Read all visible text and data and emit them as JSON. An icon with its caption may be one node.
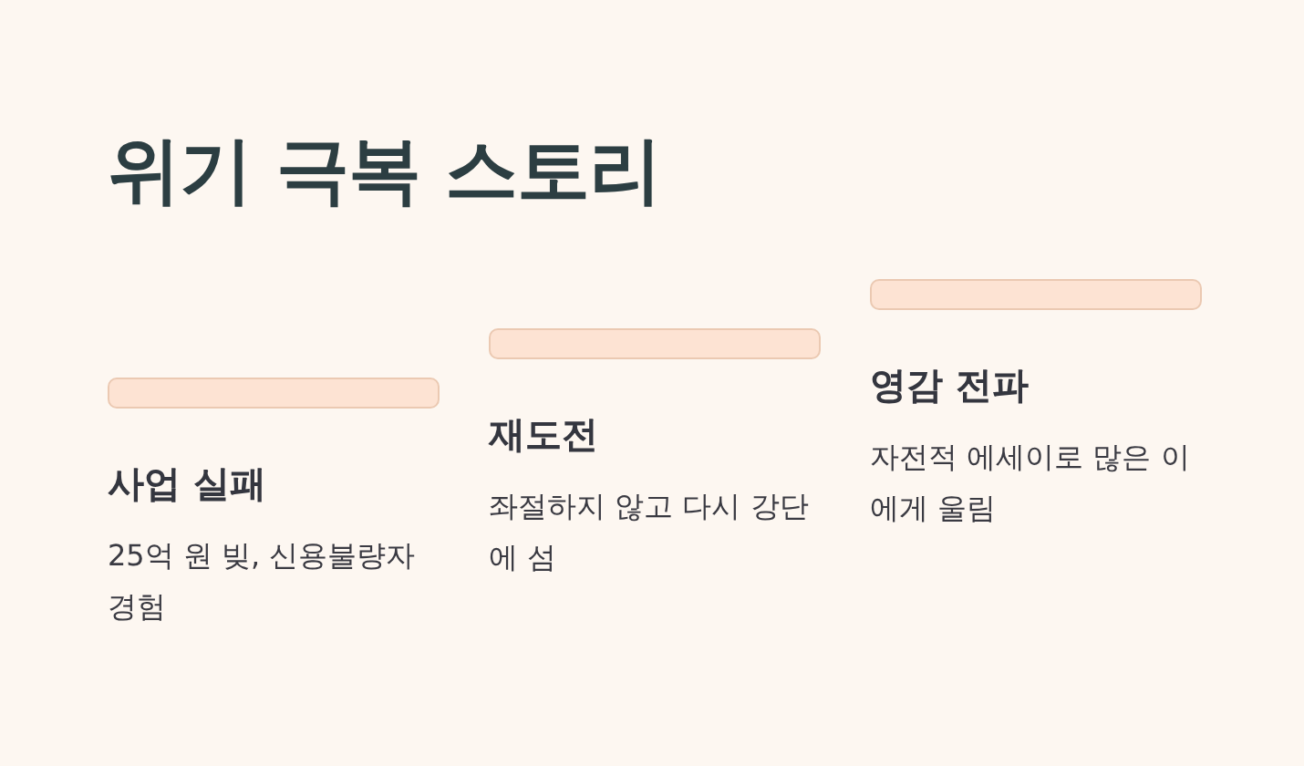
{
  "diagram": {
    "title": "위기 극복 스토리",
    "nodes": [
      {
        "text": [],
        "shape": "bar",
        "beside": [
          "사업 실패",
          "25억 원 빚, 신용불량자 경험"
        ]
      },
      {
        "text": [],
        "shape": "bar",
        "beside": [
          "재도전",
          "좌절하지 않고 다시 강단에 섬"
        ]
      },
      {
        "text": [],
        "shape": "bar",
        "beside": [
          "영감 전파",
          "자전적 에세이로 많은 이에게 울림"
        ]
      }
    ]
  }
}
